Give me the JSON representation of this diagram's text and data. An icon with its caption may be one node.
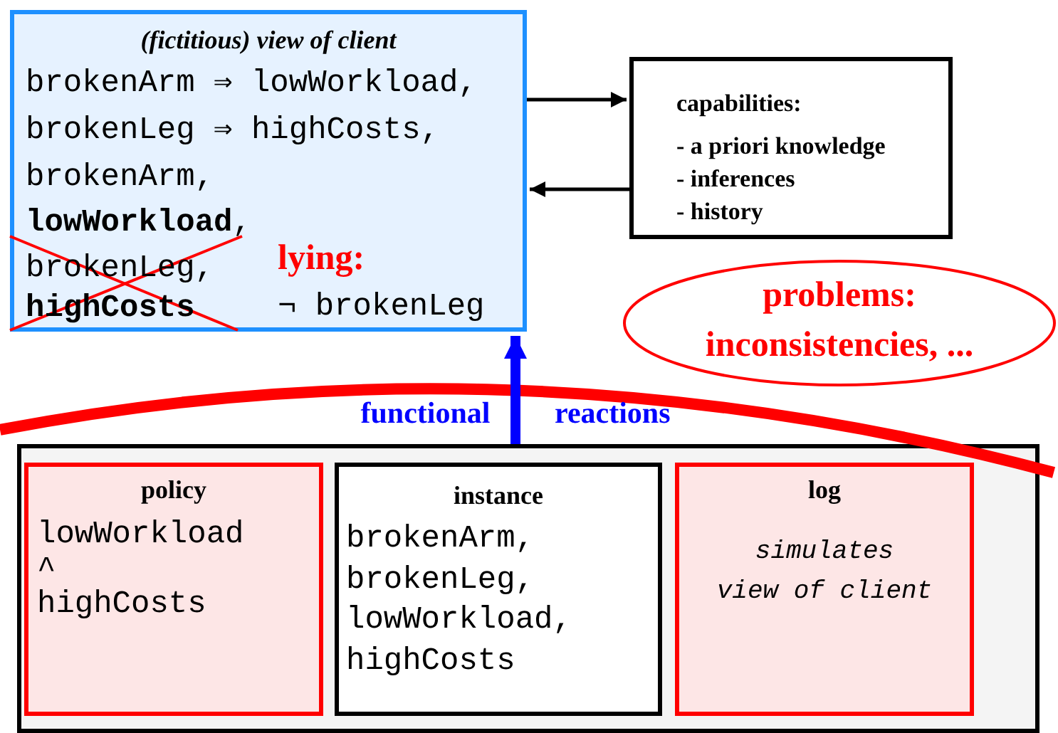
{
  "diagram": {
    "nodes": [
      {
        "text": [
          "(fictitious) view of client",
          "brokenArm ⇒ lowWorkload,",
          "brokenLeg ⇒ highCosts,",
          "brokenArm,",
          "**lowWorkload**,",
          "brokenLeg,",
          "highCosts",
          "lying:",
          "¬ brokenLeg"
        ]
      },
      {
        "text": [
          "capabilities:",
          "- a priori knowledge",
          "- inferences",
          "- history"
        ]
      },
      {
        "text": [
          "problems: inconsistencies, ..."
        ]
      },
      {
        "text": [],
        "shape": "box"
      },
      {
        "text": [
          "policy",
          "lowWorkload ^ highCosts"
        ],
        "in": 3
      },
      {
        "text": [
          "instance",
          "brokenArm, brokenLeg, lowWorkload, highCosts"
        ],
        "in": 3
      },
      {
        "text": [
          "log",
          "simulates",
          "view of client"
        ],
        "in": 3
      }
    ],
    "edges": [
      {
        "from": 0,
        "to": 1,
        "arrow": "to"
      },
      {
        "from": 1,
        "to": 0,
        "arrow": "to"
      },
      {
        "from": 3,
        "to": 0,
        "arrow": "to",
        "label": "functional reactions",
        "style": "thick",
        "color": "#0000ff"
      }
    ]
  }
}
